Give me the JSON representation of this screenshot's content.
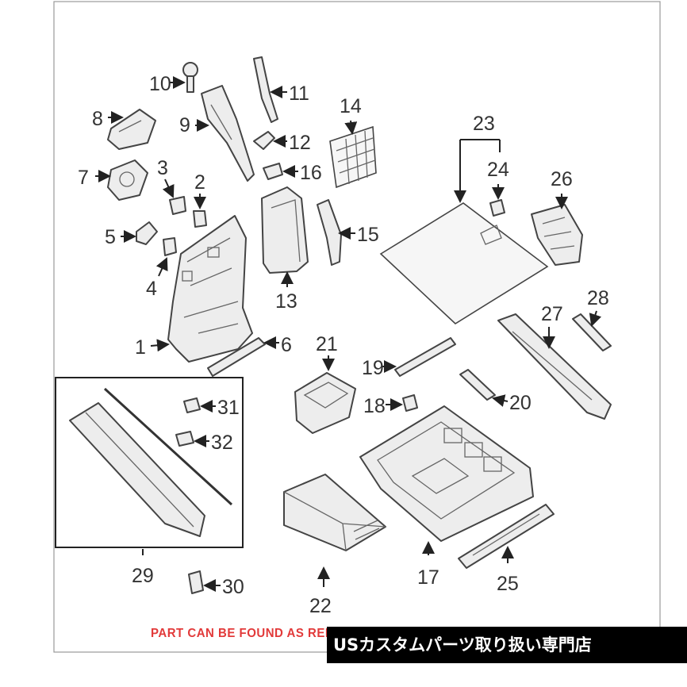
{
  "diagram": {
    "labels": {
      "p1": "1",
      "p2": "2",
      "p3": "3",
      "p4": "4",
      "p5": "5",
      "p6": "6",
      "p7": "7",
      "p8": "8",
      "p9": "9",
      "p10": "10",
      "p11": "11",
      "p12": "12",
      "p13": "13",
      "p14": "14",
      "p15": "15",
      "p16": "16",
      "p17": "17",
      "p18": "18",
      "p19": "19",
      "p20": "20",
      "p21": "21",
      "p22": "22",
      "p23": "23",
      "p24": "24",
      "p25": "25",
      "p26": "26",
      "p27": "27",
      "p28": "28",
      "p29": "29",
      "p30": "30",
      "p31": "31",
      "p32": "32"
    },
    "footer_note": "PART CAN BE FOUND AS REFERE",
    "banner": "USカスタムパーツ取り扱い専門店"
  },
  "colors": {
    "line": "#333333",
    "footer_note": "#e23a3a",
    "banner_bg": "#000000",
    "banner_text": "#ffffff"
  }
}
